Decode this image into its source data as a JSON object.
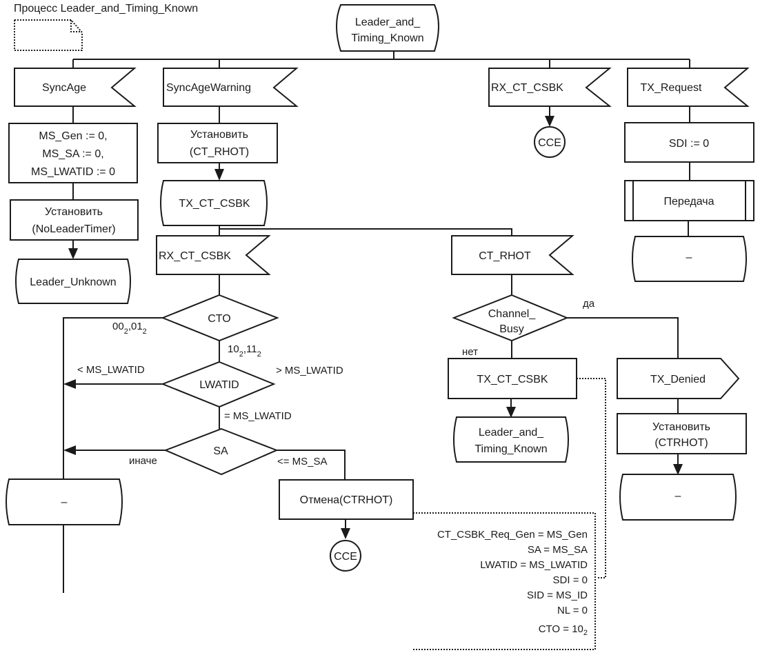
{
  "diagram": {
    "process_title": "Процесс Leader_and_Timing_Known",
    "start_state": [
      "Leader_and_",
      "Timing_Known"
    ],
    "col1": {
      "input": "SyncAge",
      "task": [
        "MS_Gen := 0,",
        "MS_SA := 0,",
        "MS_LWATID := 0"
      ],
      "set": [
        "Установить",
        "(NoLeaderTimer)"
      ],
      "next_state": "Leader_Unknown"
    },
    "col2": {
      "input": "SyncAgeWarning",
      "set": [
        "Установить",
        "(CT_RHOT)"
      ],
      "state": "TX_CT_CSBK",
      "sub_input": "RX_CT_CSBK",
      "decision_cto": "CTO",
      "cto_left": {
        "a": "00",
        "b": "2",
        "c": ",01",
        "d": "2"
      },
      "cto_down": {
        "a": "10",
        "b": "2",
        "c": ",11",
        "d": "2"
      },
      "decision_lwatid": "LWATID",
      "lwatid_less": "< MS_LWATID",
      "lwatid_greater": "> MS_LWATID",
      "lwatid_equal": "= MS_LWATID",
      "decision_sa": "SA",
      "sa_else": "иначе",
      "sa_le": "<= MS_SA",
      "reset": "Отмена(CTRHOT)",
      "connector": "CCE",
      "dash_state": "–"
    },
    "col3": {
      "input": "RX_CT_CSBK",
      "connector": "CCE",
      "ct_rhot_input": "CT_RHOT",
      "decision": [
        "Channel_",
        "Busy"
      ],
      "yes": "да",
      "no": "нет",
      "output_csbk": "TX_CT_CSBK",
      "next_state": [
        "Leader_and_",
        "Timing_Known"
      ]
    },
    "col4": {
      "input": "TX_Request",
      "task": "SDI := 0",
      "procedure": "Передача",
      "dash_state": "–",
      "output_denied": "TX_Denied",
      "set": [
        "Установить",
        "(CTRHOT)"
      ],
      "dash_state2": "–"
    },
    "comment": [
      "CT_CSBK_Req_Gen = MS_Gen",
      "SA = MS_SA",
      "LWATID = MS_LWATID",
      "SDI = 0",
      "SID = MS_ID",
      "NL = 0"
    ],
    "comment_cto": {
      "a": "CTO = 10",
      "b": "2"
    }
  }
}
